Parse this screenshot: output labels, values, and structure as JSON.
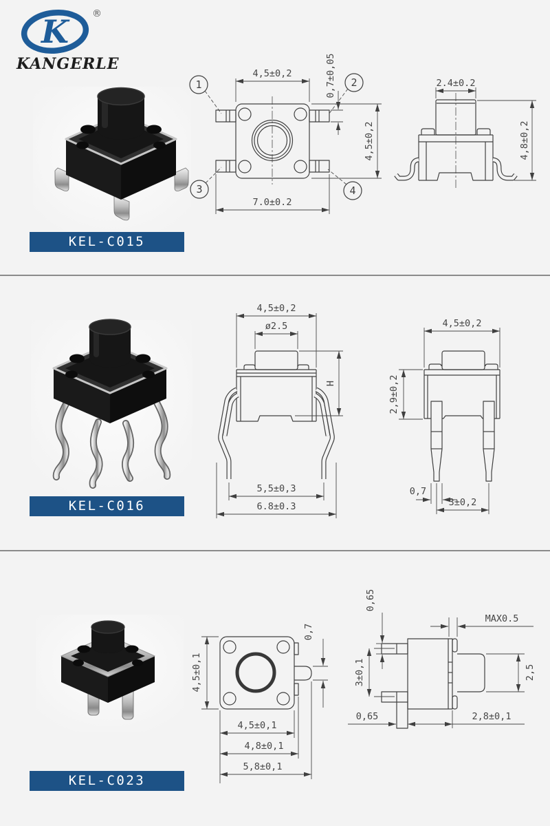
{
  "colors": {
    "background": "#f3f3f3",
    "label_background": "#1d5286",
    "label_text": "#ffffff",
    "drawing_line": "#404040",
    "logo_blue": "#1e5c99",
    "divider": "#8b8b8b"
  },
  "brand": {
    "name": "KANGERLE",
    "registered_mark": "®",
    "logo_letter": "K"
  },
  "sections": [
    {
      "model": "KEL-C015",
      "top_view": {
        "dim_top": "4,5±0,2",
        "dim_pad": "0,7±0,05",
        "dim_right": "4,5±0,2",
        "dim_bottom": "7.0±0.2",
        "callout_1": "1",
        "callout_2": "2",
        "callout_3": "3",
        "callout_4": "4"
      },
      "side_view": {
        "dim_top": "2.4±0.2",
        "dim_right": "4,8±0,2"
      }
    },
    {
      "model": "KEL-C016",
      "front_view": {
        "dim_top": "4,5±0,2",
        "dim_button": "ø2.5",
        "dim_height": "H",
        "dim_pins": "5,5±0,3",
        "dim_bottom": "6.8±0.3"
      },
      "side_view": {
        "dim_top": "4,5±0,2",
        "dim_left": "2,9±0,2",
        "dim_pin_width": "0,7",
        "dim_pin_pitch": "3±0,2"
      }
    },
    {
      "model": "KEL-C023",
      "top_view": {
        "dim_left": "4,5±0,1",
        "dim_tab": "0,7",
        "dim_body": "4,5±0,1",
        "dim_with_tab": "4,8±0,1",
        "dim_overall": "5,8±0,1"
      },
      "side_view": {
        "dim_leg_thickness": "0,65",
        "dim_max": "MAX0.5",
        "dim_pitch": "3±0,1",
        "dim_button": "2,5",
        "dim_leg_width": "0,65",
        "dim_body_width": "2,8±0,1"
      }
    }
  ]
}
